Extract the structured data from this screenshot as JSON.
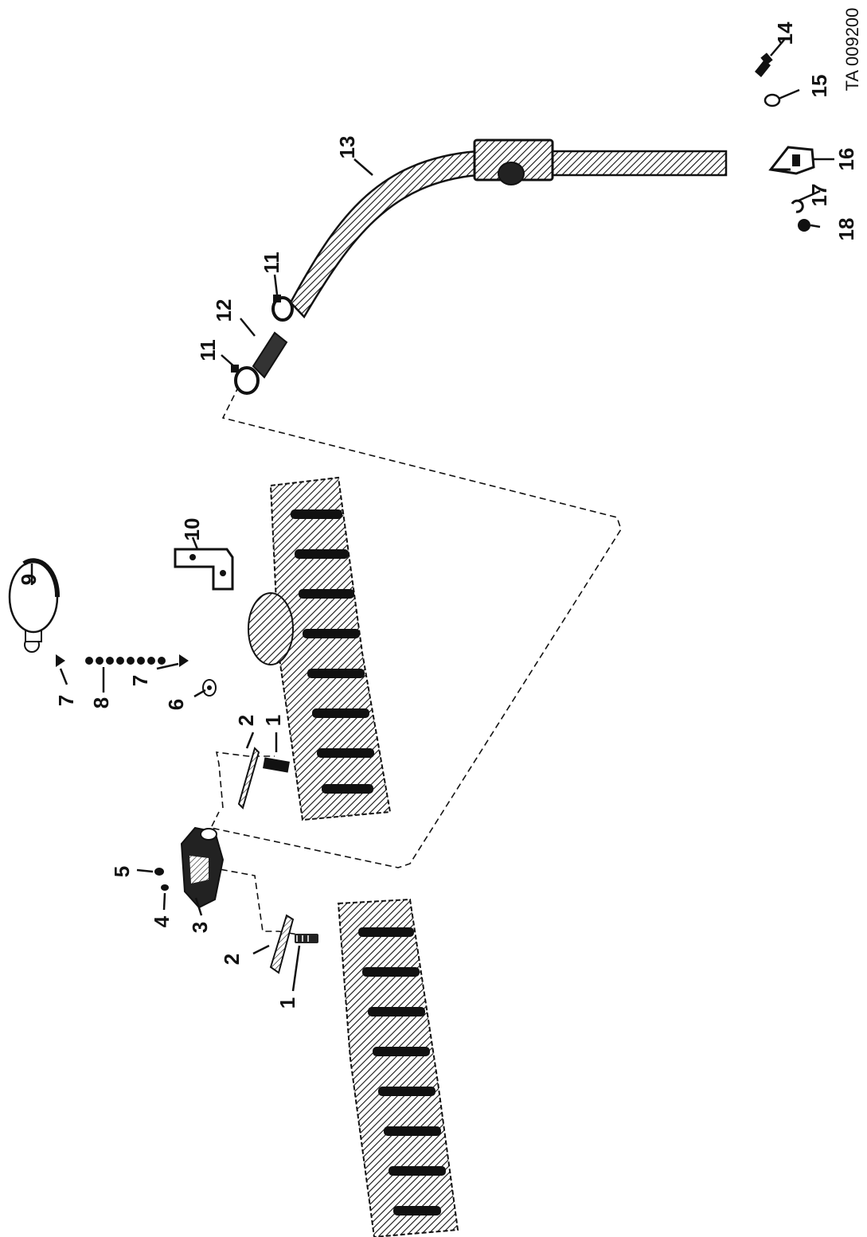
{
  "figure": {
    "id_code": "TA 009200",
    "callouts": [
      "1",
      "1",
      "2",
      "2",
      "3",
      "4",
      "5",
      "6",
      "7",
      "7",
      "8",
      "9",
      "10",
      "11",
      "11",
      "12",
      "13",
      "14",
      "15",
      "16",
      "17",
      "18"
    ]
  },
  "parts": [
    {
      "name": "lower-cylinder-head",
      "icon": "ribbed-block"
    },
    {
      "name": "upper-cylinder-head",
      "icon": "ribbed-block"
    },
    {
      "name": "adapter",
      "icon": "cast-bracket"
    },
    {
      "name": "gaskets",
      "icon": "flat-gasket"
    },
    {
      "name": "studs",
      "icon": "stud"
    },
    {
      "name": "cap",
      "icon": "round-cap"
    },
    {
      "name": "chain",
      "icon": "bead-chain"
    },
    {
      "name": "bracket",
      "icon": "angle-bracket"
    },
    {
      "name": "hose-clamps",
      "icon": "clamp-ring"
    },
    {
      "name": "hose",
      "icon": "short-hose"
    },
    {
      "name": "filler-tube",
      "icon": "bent-tube"
    },
    {
      "name": "screw",
      "icon": "screw"
    },
    {
      "name": "washer",
      "icon": "washer"
    },
    {
      "name": "clip",
      "icon": "clip"
    },
    {
      "name": "lock-washer",
      "icon": "lock-washer"
    },
    {
      "name": "nut",
      "icon": "nut"
    }
  ]
}
